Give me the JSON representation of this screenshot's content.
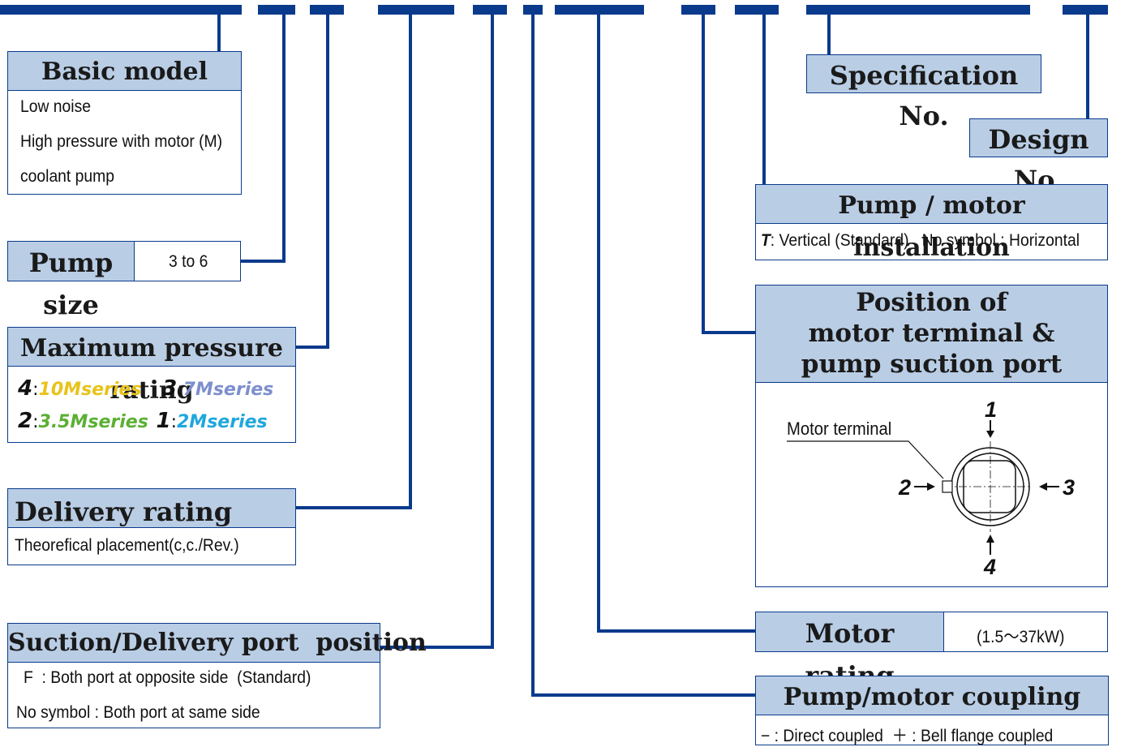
{
  "basic_model": {
    "title": "Basic model",
    "lines": [
      "Low noise",
      "High pressure with motor (M)",
      "coolant pump"
    ]
  },
  "pump_size": {
    "title": "Pump size",
    "value": "3 to 6"
  },
  "max_pressure": {
    "title": "Maximum pressure rating",
    "items": [
      {
        "code": "4",
        "label": "10Mseries",
        "color": "#e8c31a"
      },
      {
        "code": "3",
        "label": "7Mseries",
        "color": "#7d8fcc"
      },
      {
        "code": "2",
        "label": "3.5Mseries",
        "color": "#5bb033"
      },
      {
        "code": "1",
        "label": "2Mseries",
        "color": "#1fa7dc"
      }
    ]
  },
  "delivery_rating": {
    "title": "Delivery rating",
    "text": "Theorefical placement(c,c./Rev.)"
  },
  "port_position": {
    "title": "Suction/Delivery port  position",
    "line1": "F  : Both port at opposite side  (Standard)",
    "line2": "No symbol : Both port at same side"
  },
  "specification": {
    "title": "Specification No."
  },
  "design": {
    "title": "Design No."
  },
  "installation": {
    "title": "Pump / motor installation",
    "code": "T",
    "text": ": Vertical (Standard)   No symbol : Horizontal"
  },
  "terminal_position": {
    "title_lines": [
      "Position of",
      "motor terminal &",
      "pump suction port"
    ],
    "motor_terminal_label": "Motor terminal",
    "positions": [
      "1",
      "2",
      "3",
      "4"
    ]
  },
  "motor_rating": {
    "title": "Motor rating",
    "value": "(1.5～37kW)"
  },
  "coupling": {
    "title": "Pump/motor coupling",
    "text": "− : Direct coupled  ＋ : Bell flange coupled"
  },
  "colors": {
    "line": "#0a3a8c",
    "header_fill": "#b9cde5"
  }
}
